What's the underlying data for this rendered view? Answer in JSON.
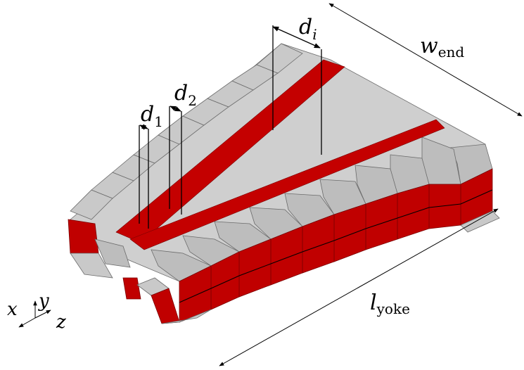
{
  "labels": {
    "d_i": {
      "main": "d",
      "sub": "i"
    },
    "d_1": {
      "main": "d",
      "sub": "1"
    },
    "d_2": {
      "main": "d",
      "sub": "2"
    },
    "w_end": {
      "main": "w",
      "sub": "end"
    },
    "l_yoke": {
      "main": "l",
      "sub": "yoke"
    }
  },
  "axes": {
    "x": "x",
    "y": "y",
    "z": "z"
  },
  "colors": {
    "steel": "#c9c9c9",
    "coil": "#c00000",
    "edge": "#6b6b6b"
  }
}
